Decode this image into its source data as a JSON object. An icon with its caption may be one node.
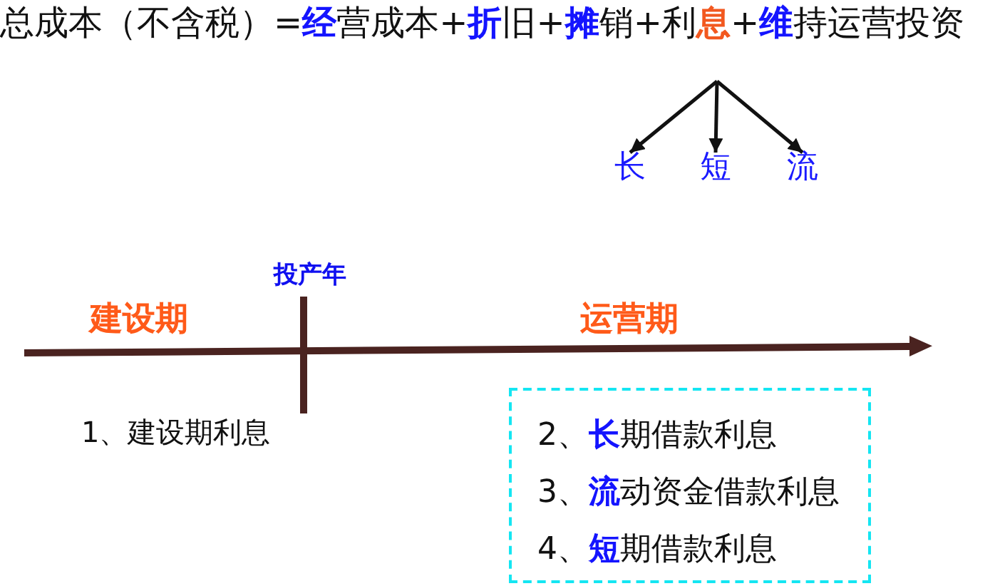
{
  "diagram": {
    "title": "总成本（不含税）=**经**营成本+**折**旧+**摊**销+利**息**+**维**持运营投资",
    "nodes": [
      {
        "text": [
          "长"
        ]
      },
      {
        "text": [
          "短"
        ]
      },
      {
        "text": [
          "流"
        ]
      },
      {
        "text": [
          "2、**长**期借款利息",
          "3、**流**动资金借款利息",
          "4、**短**期借款利息"
        ]
      }
    ],
    "edges": [
      {
        "from": null,
        "to": 0,
        "arrow": "to"
      },
      {
        "from": null,
        "to": 1,
        "arrow": "to"
      },
      {
        "from": null,
        "to": 2,
        "arrow": "to"
      }
    ],
    "labels": [
      "投产年",
      "建设期",
      "运营期",
      "1、建设期利息"
    ]
  }
}
